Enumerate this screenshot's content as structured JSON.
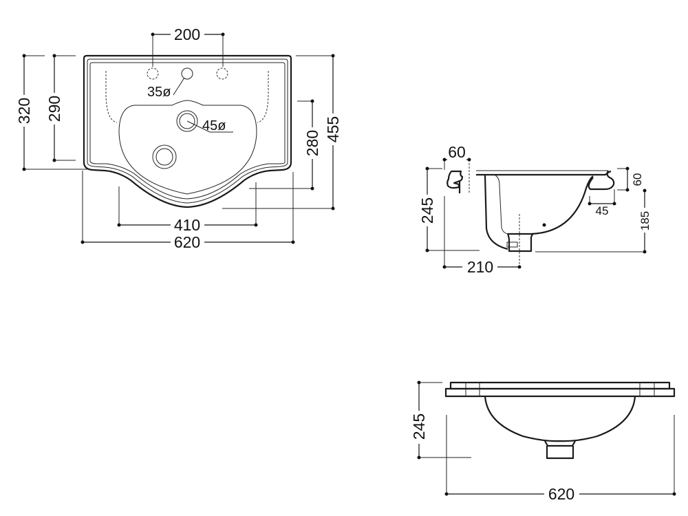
{
  "top_view": {
    "tap_spacing": "200",
    "tap_hole": "35ø",
    "drain_hole": "45ø",
    "depth_overall": "320",
    "depth_inner": "290",
    "projection_total": "455",
    "bowl_depth": "280",
    "bowl_width": "410",
    "width": "620"
  },
  "side_view": {
    "rim_width": "60",
    "height": "245",
    "rim_height": "60",
    "rim_lip": "45",
    "bowl_height": "185",
    "drain_offset": "210"
  },
  "front_view": {
    "height": "245",
    "width": "620"
  },
  "colors": {
    "line": "#1a1a1a",
    "background": "#ffffff"
  }
}
